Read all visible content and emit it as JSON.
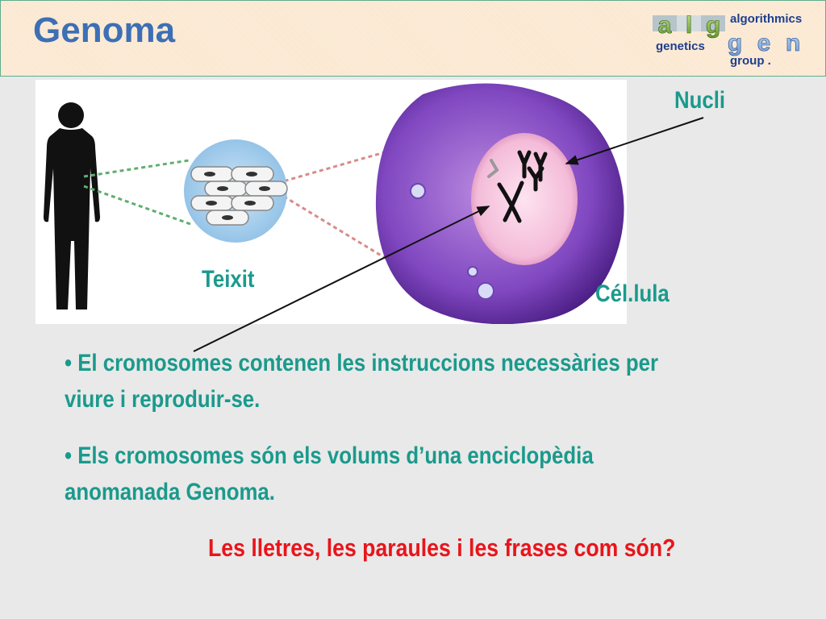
{
  "header": {
    "title": "Genoma",
    "logo": {
      "letters_top": "alg",
      "letters_bottom": "gen",
      "algorithmics": "algorithmics",
      "genetics": "genetics",
      "group": "group ."
    }
  },
  "illustration": {
    "labels": {
      "nucleus": "Nucli",
      "tissue": "Teixit",
      "cell": "Cél.lula"
    }
  },
  "bullets": [
    "• El cromosomes contenen les instruccions necessàries per viure i reproduir-se.",
    "• Els cromosomes són els volums d’una enciclopèdia anomanada Genoma."
  ],
  "question": "Les lletres,  les paraules i les frases com són?",
  "colors": {
    "title": "#3c6fb5",
    "body_text": "#1a9a8c",
    "question": "#e8151b",
    "header_bg": "#fbe7cf",
    "cell": "#7b3fb5",
    "nucleus": "#f6c6e0"
  }
}
